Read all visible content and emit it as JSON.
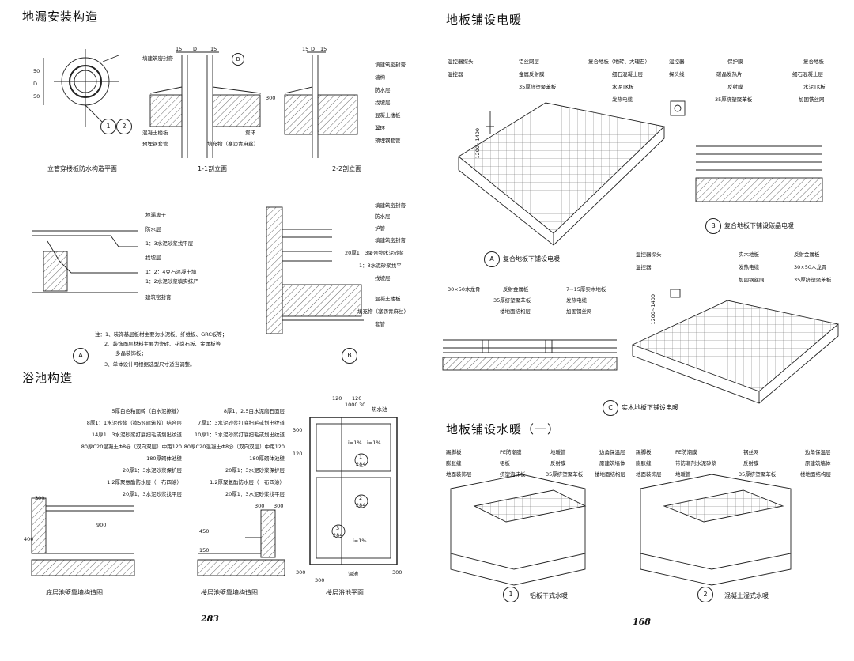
{
  "left": {
    "section1_title": "地漏安装构造",
    "fig1": {
      "caption": "立管穿楼板防水构造平面",
      "dims": [
        "50",
        "D",
        "50"
      ],
      "circle_labels": [
        "1",
        "2"
      ]
    },
    "fig2": {
      "caption": "1-1剖立面",
      "dims": [
        "15",
        "D",
        "15"
      ],
      "bubble": "B",
      "labels": [
        "填建筑密封膏",
        "混凝土楼板",
        "预埋钢套管",
        "填充物（塞沥青麻丝）",
        "翼环"
      ]
    },
    "fig3": {
      "caption": "2-2剖立面",
      "dims": [
        "15",
        "D",
        "15",
        "300"
      ],
      "labels": [
        "填建筑密封膏",
        "墙构",
        "防水层",
        "找坡层",
        "混凝土楼板",
        "翼环",
        "预埋钢套管"
      ]
    },
    "figA": {
      "bubble": "A",
      "labels": [
        "地漏箅子",
        "防水层",
        "1：3水泥砂浆找平层",
        "找坡层",
        "1：2：4豆石混凝土填",
        "1：2水泥砂浆填实抹严",
        "建筑密封膏"
      ]
    },
    "figB": {
      "bubble": "B",
      "labels": [
        "填建筑密封膏",
        "防水层",
        "护管",
        "填建筑密封膏",
        "20厚1：3聚合物水泥砂浆",
        "1：3水泥砂浆找平",
        "找坡层",
        "混凝土楼板",
        "填充物（塞沥青麻丝）",
        "套管"
      ]
    },
    "notes": [
      "注：1、装饰基层板材主要为水泥板、纤维板、GRC板等；",
      "2、装饰面层材料主要为瓷砖、花岗石板、金属板等",
      "多晶装饰板；",
      "3、单体设计可根据选型尺寸适当调整。"
    ],
    "section2_title": "浴池构造",
    "fig4": {
      "caption": "底层池壁靠墙构造图",
      "layers": [
        "5厚白色釉面砖（白水泥擦缝）",
        "8厚1：1水泥砂浆（掺5%建筑胶）结合层",
        "14厚1：3水泥砂浆打底扫毛或划出纹道",
        "80厚C20混凝土Φ8@（双向双层）中距120",
        "180厚砌体池壁",
        "20厚1：3水泥砂浆保护层",
        "1.2厚聚氨酯防水层（一布四涂）",
        "20厚1：3水泥砂浆找平层"
      ],
      "dims": [
        "300",
        "900",
        "400"
      ]
    },
    "fig5": {
      "caption": "楼层池壁靠墙构造图",
      "layers": [
        "8厚1：2.5白水泥磨石面层",
        "7厚1：3水泥砂浆打底扫毛或划出纹道",
        "10厚1：3水泥砂浆打底扫毛或划出纹道",
        "80厚C20混凝土Φ8@（双向双层）中距120",
        "180厚砌体池壁",
        "20厚1：3水泥砂浆保护层",
        "1.2厚聚氨酯防水层（一布四涂）",
        "20厚1：3水泥砂浆找平层"
      ],
      "dims": [
        "300",
        "300",
        "450",
        "150"
      ]
    },
    "fig6": {
      "caption": "楼层浴池平面",
      "dims_top": [
        "120",
        "1000",
        "30",
        "120"
      ],
      "label_top": "热水池",
      "label_bottom": "温池",
      "dims_left": [
        "300",
        "120"
      ],
      "dims_bottom": [
        "300",
        "300",
        "300"
      ],
      "slopes": [
        "i=1%",
        "i=1%",
        "i=1%"
      ],
      "circle_labels": [
        "1",
        "284",
        "2",
        "284",
        "3",
        "284"
      ]
    },
    "page_number": "283"
  },
  "right": {
    "section1_title": "地板铺设电暖",
    "figA": {
      "caption": "复合地板下铺设电暖",
      "bubble": "A",
      "labels_left": [
        "温控器探头",
        "温控器"
      ],
      "labels_mid": [
        "铝丝网层",
        "金属反射膜",
        "35厚挤塑聚苯板"
      ],
      "labels_right": [
        "复合地板（地砖、大理石）",
        "细石混凝土层",
        "水泥TK板",
        "发热电缆"
      ],
      "dim": "1200~1400"
    },
    "figB": {
      "caption": "复合地板下铺设碳晶电暖",
      "bubble": "B",
      "labels_left": [
        "温控器",
        "探头线"
      ],
      "labels_mid": [
        "保护膜",
        "碳晶发热片",
        "反射膜",
        "35厚挤塑聚苯板"
      ],
      "labels_right": [
        "复合地板",
        "细石混凝土层",
        "水泥TK板",
        "加固铁丝网"
      ]
    },
    "figSection": {
      "labels_left": [
        "30×50木龙骨"
      ],
      "labels_mid": [
        "反射金属板",
        "35厚挤塑聚苯板",
        "楼地面结构层"
      ],
      "labels_right": [
        "7~15厚实木地板",
        "发热电缆",
        "加固钢丝网"
      ]
    },
    "figC": {
      "caption": "实木地板下铺设电暖",
      "bubble": "C",
      "labels_left": [
        "温控器探头",
        "温控器"
      ],
      "labels_mid": [
        "实木地板",
        "发热电缆",
        "加固钢丝网"
      ],
      "labels_right": [
        "反射金属板",
        "30×50木龙骨",
        "35厚挤塑聚苯板"
      ],
      "dim": "1200~1400"
    },
    "section2_title": "地板铺设水暖（一）",
    "fig1": {
      "caption": "铝板干式水暖",
      "bubble": "1",
      "labels_left": [
        "踢脚板",
        "膨胀缝",
        "地面装饰层"
      ],
      "labels_mid": [
        "PE防潮膜",
        "铝板",
        "挤塑泡沫板"
      ],
      "labels_right": [
        "地暖管",
        "反射膜",
        "35厚挤塑聚苯板"
      ],
      "labels_far": [
        "边角保温层",
        "原建筑墙体",
        "楼地面结构层"
      ]
    },
    "fig2": {
      "caption": "混凝土湿式水暖",
      "bubble": "2",
      "labels_left": [
        "踢脚板",
        "膨胀缝",
        "地面装饰层"
      ],
      "labels_mid": [
        "PE防潮膜",
        "带防潮剂水泥砂浆",
        "地暖管"
      ],
      "labels_right": [
        "钢丝网",
        "反射膜",
        "35厚挤塑聚苯板"
      ],
      "labels_far": [
        "边角保温层",
        "原建筑墙体",
        "楼地面结构层"
      ]
    },
    "page_number": "168"
  }
}
